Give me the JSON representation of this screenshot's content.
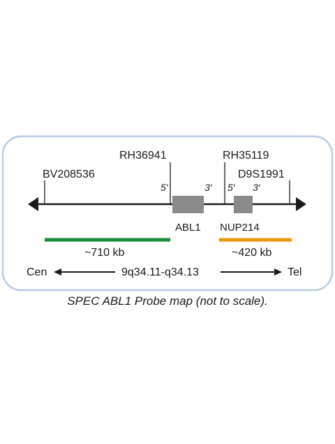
{
  "markers": {
    "bv208536": "BV208536",
    "rh36941": "RH36941",
    "rh35119": "RH35119",
    "d9s1991": "D9S1991"
  },
  "genes": {
    "abl1": "ABL1",
    "nup214": "NUP214",
    "five_prime": "5′",
    "three_prime": "3′"
  },
  "probes": {
    "green": {
      "label": "~710 kb",
      "color": "#1a8a3a"
    },
    "orange": {
      "label": "~420 kb",
      "color": "#e8960f"
    }
  },
  "orientation": {
    "cen": "Cen",
    "region": "9q34.11-q34.13",
    "tel": "Tel"
  },
  "caption": "SPEC ABL1 Probe map (not to scale).",
  "colors": {
    "frame": "#b7cbe3",
    "gene_box": "#8a8a8a",
    "line": "#1a1a1a"
  }
}
